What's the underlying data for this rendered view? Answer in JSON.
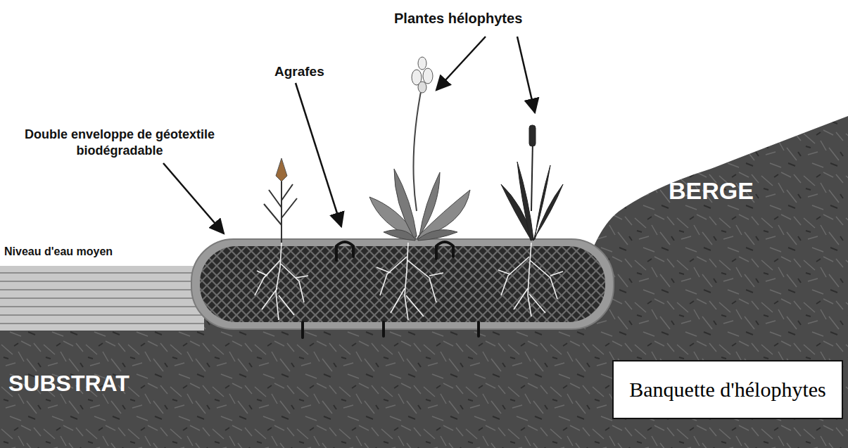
{
  "diagram": {
    "nodes": [
      {
        "text": [
          "Banquette d'hélophytes"
        ]
      }
    ],
    "labels": [
      "Plantes hélophytes",
      "Agrafes",
      "Double enveloppe de géotextile biodégradable",
      "Niveau d'eau moyen",
      "BERGE",
      "SUBSTRAT"
    ]
  }
}
